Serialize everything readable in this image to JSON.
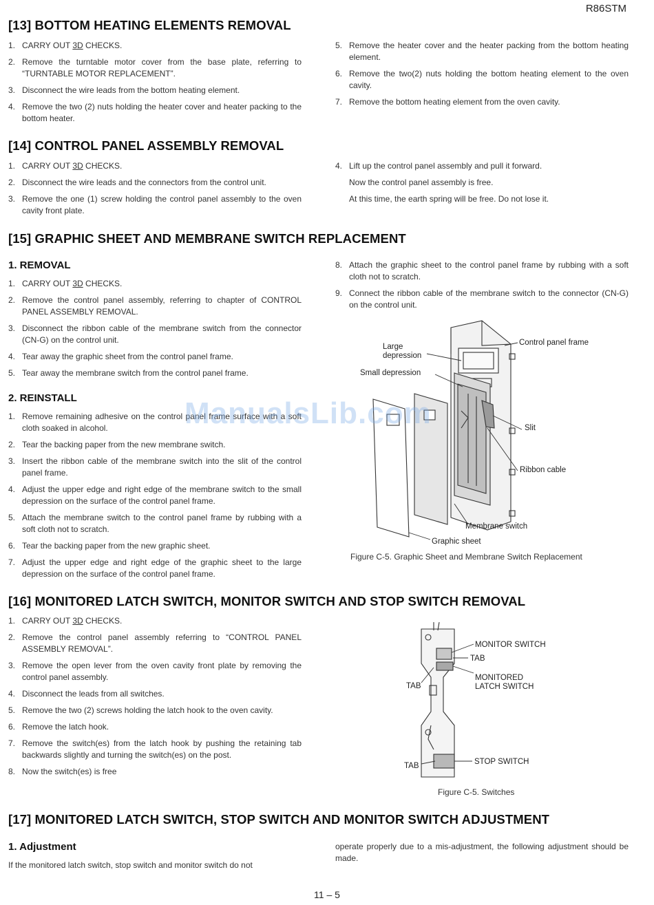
{
  "model": "R86STM",
  "s13": {
    "title": "[13] BOTTOM HEATING ELEMENTS REMOVAL",
    "steps": [
      {
        "n": "1.",
        "pre": "CARRY OUT ",
        "u": "3D",
        "post": " CHECKS."
      },
      {
        "n": "2.",
        "text": "Remove the turntable motor cover from the base plate, referring to “TURNTABLE MOTOR REPLACEMENT”."
      },
      {
        "n": "3.",
        "text": "Disconnect the wire leads from the bottom heating element."
      },
      {
        "n": "4.",
        "text": "Remove the two (2) nuts holding the heater cover and heater packing to the bottom heater."
      },
      {
        "n": "5.",
        "text": "Remove the heater cover and the heater packing from the bottom heating element."
      },
      {
        "n": "6.",
        "text": "Remove the two(2) nuts holding the bottom heating element to the oven cavity."
      },
      {
        "n": "7.",
        "text": "Remove the bottom heating element from the oven cavity."
      }
    ]
  },
  "s14": {
    "title": "[14] CONTROL PANEL ASSEMBLY REMOVAL",
    "steps": [
      {
        "n": "1.",
        "pre": "CARRY OUT ",
        "u": "3D",
        "post": " CHECKS."
      },
      {
        "n": "2.",
        "text": "Disconnect the wire leads and the connectors from the control unit."
      },
      {
        "n": "3.",
        "text": "Remove the one (1) screw holding the control panel assembly to the oven cavity front plate."
      },
      {
        "n": "4.",
        "text": "Lift up the control panel assembly and pull it forward."
      }
    ],
    "note1": "Now the control panel assembly is free.",
    "note2": "At this time, the earth spring will be free. Do not lose it."
  },
  "s15": {
    "title": "[15] GRAPHIC SHEET AND MEMBRANE SWITCH REPLACEMENT",
    "removal_title": "1. REMOVAL",
    "removal_steps": [
      {
        "n": "1.",
        "pre": "CARRY OUT ",
        "u": "3D",
        "post": " CHECKS."
      },
      {
        "n": "2.",
        "text": "Remove the control panel assembly, referring to chapter of CONTROL PANEL ASSEMBLY REMOVAL."
      },
      {
        "n": "3.",
        "text": "Disconnect the ribbon cable of the membrane switch from the connector (CN-G) on the control unit."
      },
      {
        "n": "4.",
        "text": "Tear away the graphic sheet from the control panel frame."
      },
      {
        "n": "5.",
        "text": "Tear away the membrane switch from the control panel frame."
      }
    ],
    "reinstall_title": "2. REINSTALL",
    "reinstall_steps": [
      {
        "n": "1.",
        "text": "Remove remaining adhesive on the control panel frame surface with a soft cloth soaked in alcohol."
      },
      {
        "n": "2.",
        "text": "Tear the backing paper from the new membrane switch."
      },
      {
        "n": "3.",
        "text": "Insert the ribbon cable of the membrane switch into the slit of the control panel frame."
      },
      {
        "n": "4.",
        "text": "Adjust the upper edge and right edge of the membrane switch to the small depression on the surface of the control panel frame."
      },
      {
        "n": "5.",
        "text": "Attach the membrane switch to the control panel frame by rubbing with a soft cloth not to scratch."
      },
      {
        "n": "6.",
        "text": "Tear the backing paper from the new graphic sheet."
      },
      {
        "n": "7.",
        "text": "Adjust the upper edge and right edge of the graphic sheet to the large depression on the surface of the control panel frame."
      },
      {
        "n": "8.",
        "text": "Attach the graphic sheet to the control panel frame by rubbing with a soft cloth not to scratch."
      },
      {
        "n": "9.",
        "text": "Connect the ribbon cable of the membrane switch to the connector (CN-G) on the control unit."
      }
    ],
    "figure": {
      "large_depression": "Large\ndepression",
      "small_depression": "Small depression",
      "control_panel_frame": "Control panel frame",
      "slit": "Slit",
      "ribbon_cable": "Ribbon cable",
      "membrane_switch": "Membrane switch",
      "graphic_sheet": "Graphic sheet",
      "caption": "Figure C-5. Graphic Sheet and Membrane Switch Replacement"
    }
  },
  "s16": {
    "title": "[16] MONITORED LATCH SWITCH, MONITOR SWITCH AND STOP SWITCH REMOVAL",
    "steps": [
      {
        "n": "1.",
        "pre": "CARRY OUT ",
        "u": "3D",
        "post": " CHECKS."
      },
      {
        "n": "2.",
        "text": "Remove the control panel assembly referring to “CONTROL PANEL ASSEMBLY REMOVAL”."
      },
      {
        "n": "3.",
        "text": "Remove the open lever from the oven cavity front plate by removing the control panel assembly."
      },
      {
        "n": "4.",
        "text": "Disconnect the leads from all switches."
      },
      {
        "n": "5.",
        "text": "Remove the two (2) screws holding the latch hook to the oven cavity."
      },
      {
        "n": "6.",
        "text": "Remove the latch hook."
      },
      {
        "n": "7.",
        "text": "Remove the switch(es) from the latch hook by pushing the retaining tab backwards slightly and turning the switch(es) on the post."
      },
      {
        "n": "8.",
        "text": "Now the switch(es) is free"
      }
    ],
    "figure": {
      "monitor_switch": "MONITOR SWITCH",
      "tab_top": "TAB",
      "monitored_latch_switch": "MONITORED\nLATCH SWITCH",
      "tab_left": "TAB",
      "tab_bottom": "TAB",
      "stop_switch": "STOP SWITCH",
      "caption": "Figure C-5. Switches"
    }
  },
  "s17": {
    "title": "[17] MONITORED LATCH SWITCH, STOP SWITCH AND MONITOR SWITCH ADJUSTMENT",
    "sub_title": "1. Adjustment",
    "text_left": "If the monitored latch switch, stop switch and monitor switch do not",
    "text_right": "operate properly due to a mis-adjustment, the following adjustment should be made."
  },
  "watermark": "ManualsLib.com",
  "page_number": "11 – 5"
}
